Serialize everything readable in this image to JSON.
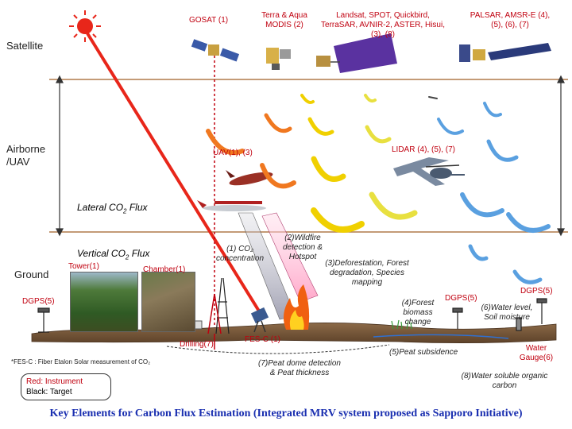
{
  "tiers": {
    "satellite": "Satellite",
    "airborne": "Airborne\n/UAV",
    "ground": "Ground"
  },
  "satellites": {
    "gosat": "GOSAT (1)",
    "terra": "Terra & Aqua\nMODIS (2)",
    "landsat": "Landsat, SPOT, Quickbird,\nTerraSAR, AVNIR-2, ASTER, Hisui,\n(3), (8)",
    "palsar": "PALSAR, AMSR-E (4),\n(5), (6), (7)"
  },
  "airborne": {
    "uav": "UAV(1), (3)",
    "lidar": "LIDAR (4), (5), (7)"
  },
  "flux": {
    "lateral": "Lateral CO",
    "lateral_sub": "2",
    "lateral_tail": " Flux",
    "vertical": "Vertical  CO",
    "vertical_sub": "2",
    "vertical_tail": " Flux"
  },
  "ground": {
    "tower": "Tower(1)",
    "chamber": "Chamber(1)",
    "co2": "(1) CO₂\nconcentration",
    "wildfire": "(2)Wildfire\ndetection &\nHotspot",
    "deforest": "(3)Deforestation, Forest\ndegradation,  Species\nmapping",
    "biomass": "(4)Forest\nbiomass\nchange",
    "dgps_left": "DGPS(5)",
    "dgps_mid": "DGPS(5)",
    "dgps_right": "DGPS(5)",
    "water_level": "(6)Water level,\nSoil moisture",
    "drilling": "Drilling(7)",
    "fesc": "FES-C (1)",
    "peat_dome": "(7)Peat dome detection\n& Peat thickness",
    "peat_sub": "(5)Peat subsidence",
    "water_gauge": "Water\nGauge(6)",
    "water_carbon": "(8)Water soluble organic\ncarbon"
  },
  "footnote": "*FES-C : Fiber Etalon Solar measurement of CO₂",
  "legend": {
    "red": "Red: Instrument",
    "black": "Black: Target"
  },
  "caption": "Key Elements for Carbon Flux  Estimation (Integrated MRV system proposed as Sapporo Initiative)",
  "colors": {
    "instrument_red": "#c0000f",
    "caption_blue": "#1a2fb0",
    "tier_line": "#b07a4a",
    "ground_brown": "#7a5a3a"
  }
}
